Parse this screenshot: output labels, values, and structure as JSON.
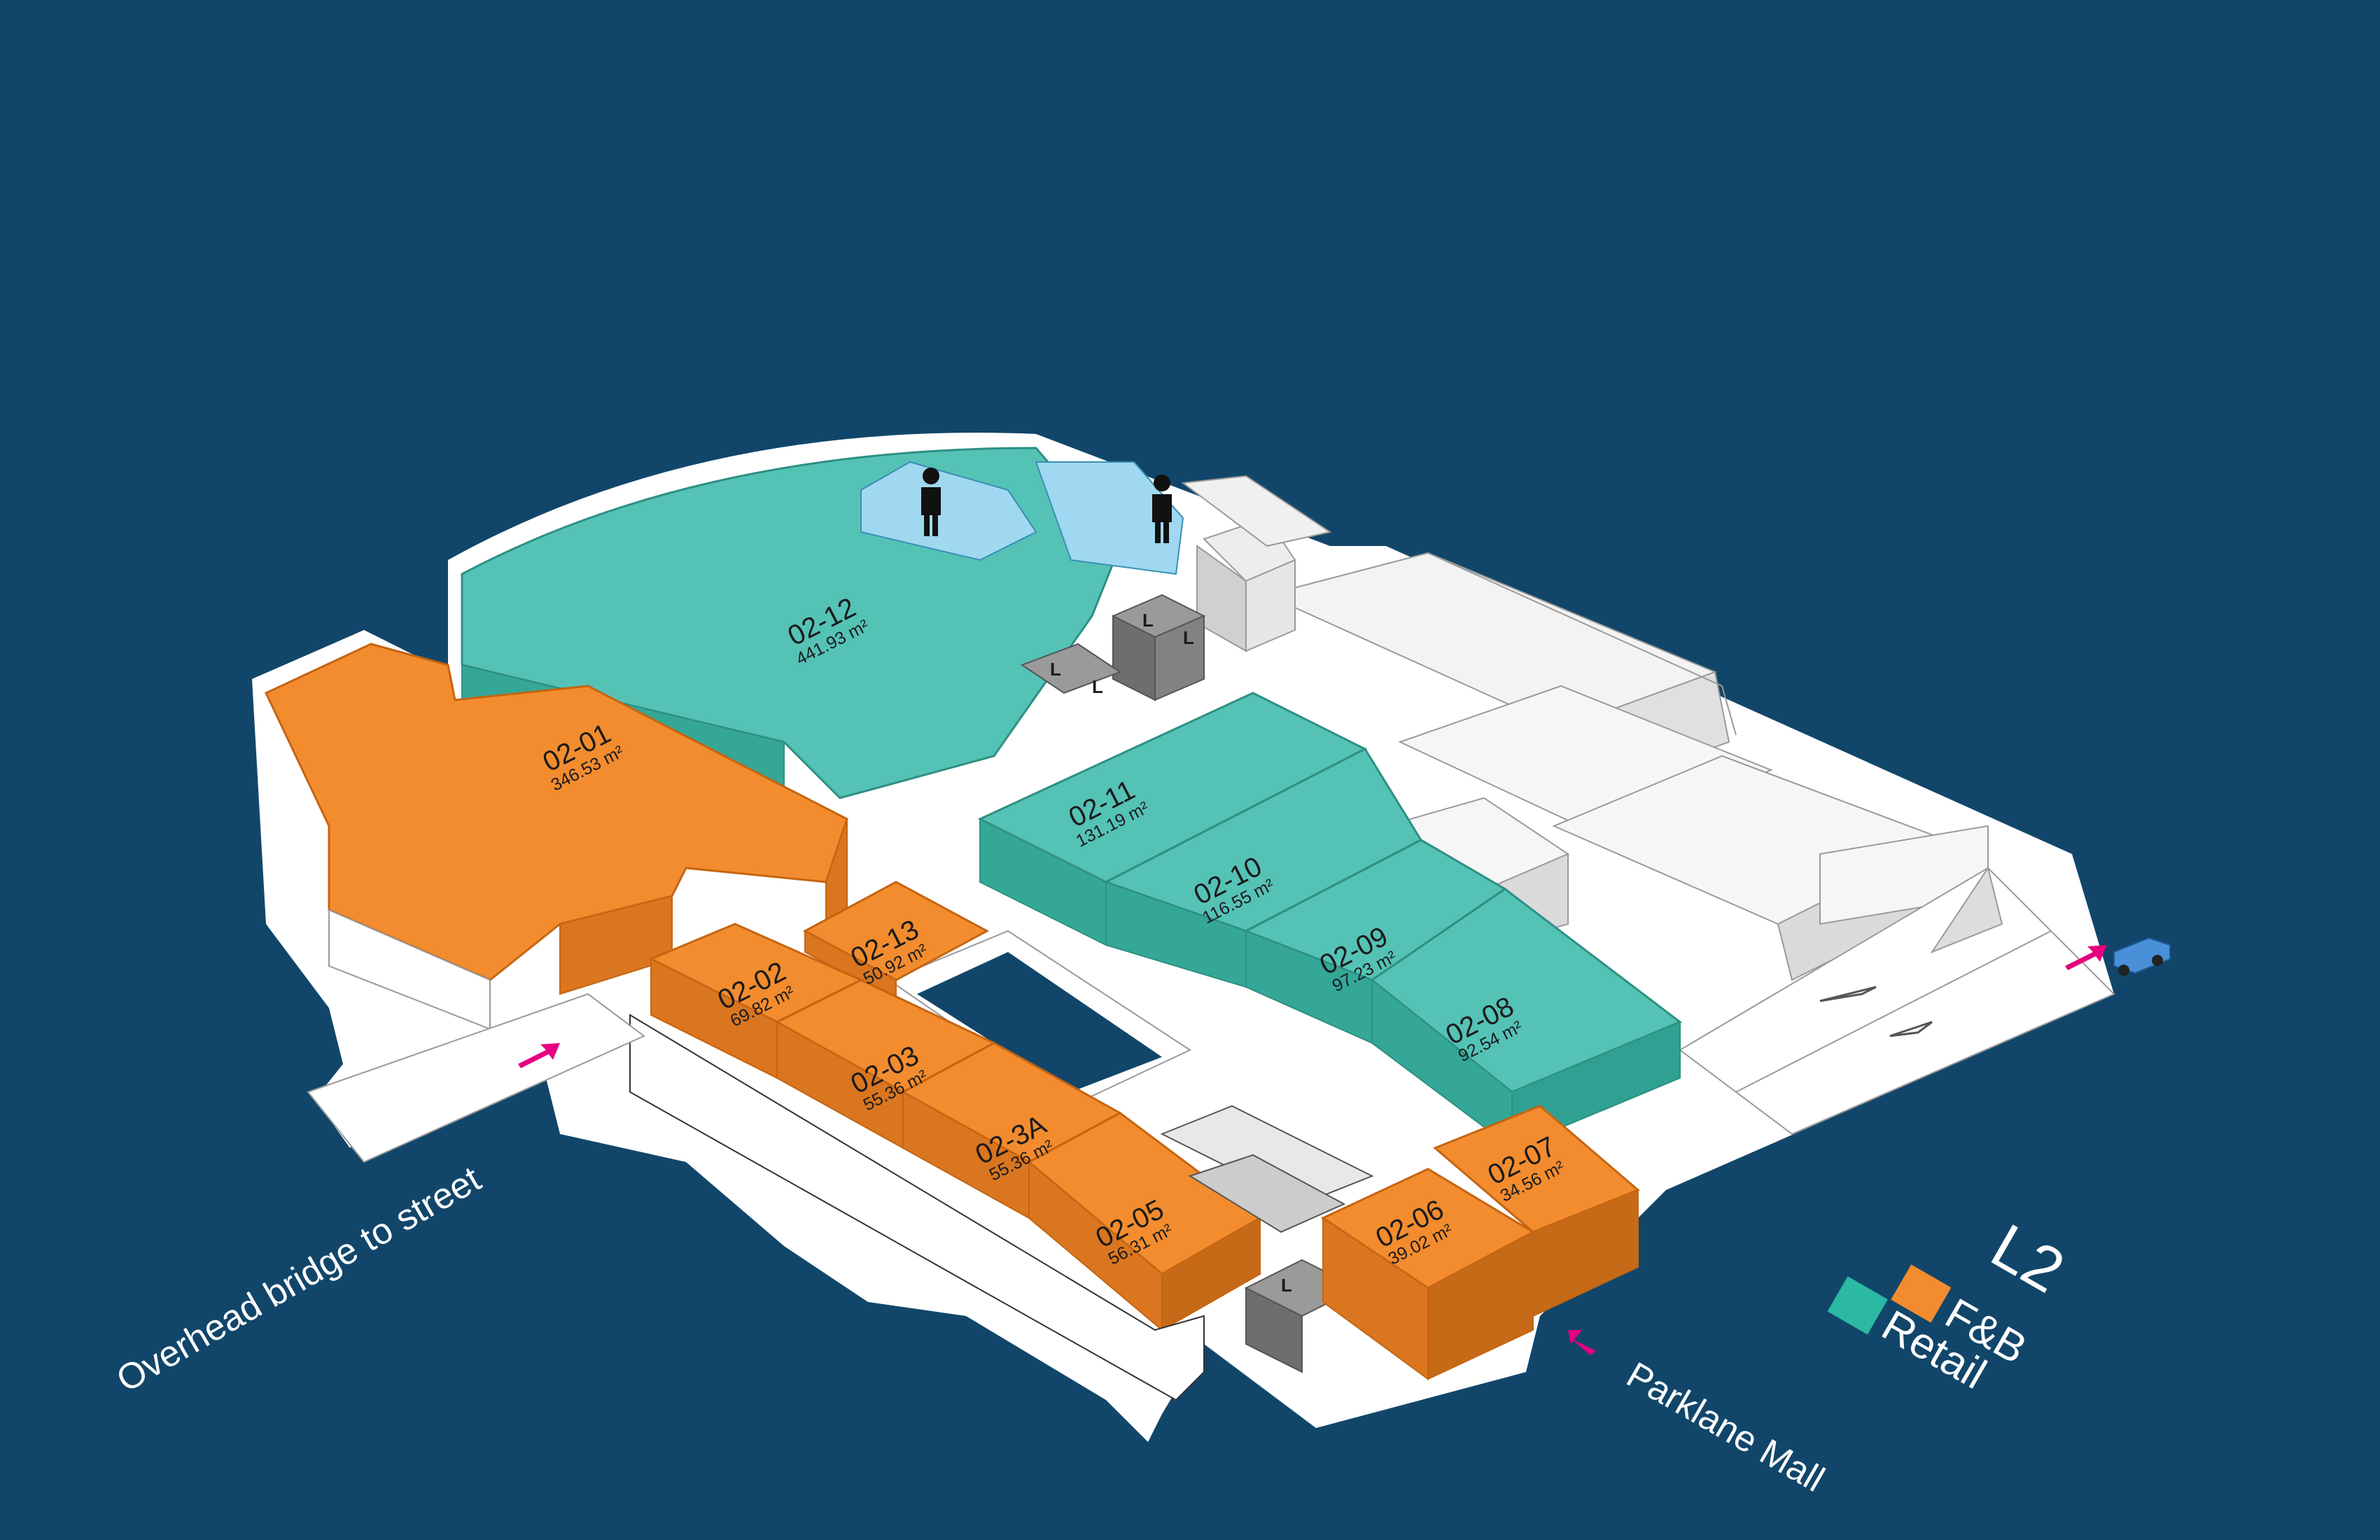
{
  "level": "L2",
  "legend": [
    {
      "label": "F&B",
      "color": "#F28C2E"
    },
    {
      "label": "Retail",
      "color": "#2BB9A3"
    }
  ],
  "colors": {
    "background": "#11466A",
    "fnb": "#F28C2E",
    "fnb_dark": "#D9761F",
    "retail": "#55C2B6",
    "retail_dark": "#35A797",
    "toilet": "#9FD8F0",
    "lift": "#7E7E7E",
    "building": "#F3F3F3",
    "arrow": "#E6007E",
    "car": "#4A90D9"
  },
  "units": [
    {
      "code": "02-12",
      "area": "441.93 m²",
      "category": "Retail"
    },
    {
      "code": "02-01",
      "area": "346.53 m²",
      "category": "F&B"
    },
    {
      "code": "02-11",
      "area": "131.19 m²",
      "category": "Retail"
    },
    {
      "code": "02-10",
      "area": "116.55 m²",
      "category": "Retail"
    },
    {
      "code": "02-09",
      "area": "97.23 m²",
      "category": "Retail"
    },
    {
      "code": "02-08",
      "area": "92.54 m²",
      "category": "Retail"
    },
    {
      "code": "02-13",
      "area": "50.92 m²",
      "category": "F&B"
    },
    {
      "code": "02-02",
      "area": "69.82 m²",
      "category": "F&B"
    },
    {
      "code": "02-03",
      "area": "55.36 m²",
      "category": "F&B"
    },
    {
      "code": "02-3A",
      "area": "55.36 m²",
      "category": "F&B"
    },
    {
      "code": "02-05",
      "area": "56.31 m²",
      "category": "F&B"
    },
    {
      "code": "02-06",
      "area": "39.02 m²",
      "category": "F&B"
    },
    {
      "code": "02-07",
      "area": "34.56 m²",
      "category": "F&B"
    }
  ],
  "lift_label": "L",
  "icons": [
    "male-toilet-icon",
    "female-toilet-icon",
    "lift-icon",
    "car-icon",
    "entry-arrow-icon",
    "escalator-icon"
  ],
  "streets": {
    "overhead": "Overhead bridge to street",
    "parklane": "Parklane Mall"
  }
}
